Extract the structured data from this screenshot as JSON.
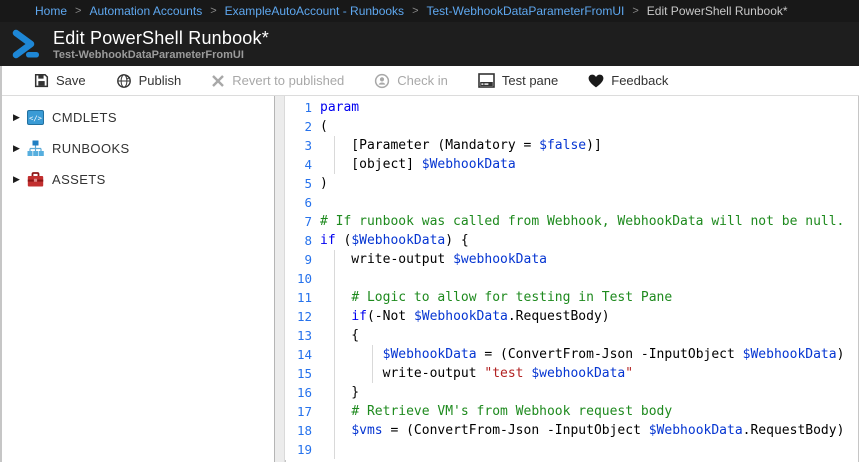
{
  "breadcrumb": {
    "separator": ">",
    "items": [
      {
        "label": "Home"
      },
      {
        "label": "Automation Accounts"
      },
      {
        "label": "ExampleAutoAccount - Runbooks"
      },
      {
        "label": "Test-WebhookDataParameterFromUI"
      },
      {
        "label": "Edit PowerShell Runbook*"
      }
    ]
  },
  "header": {
    "title": "Edit PowerShell Runbook*",
    "subtitle": "Test-WebhookDataParameterFromUI",
    "icon": "powershell-icon"
  },
  "toolbar": {
    "save": "Save",
    "publish": "Publish",
    "revert": "Revert to published",
    "checkin": "Check in",
    "testpane": "Test pane",
    "feedback": "Feedback"
  },
  "sidebar": {
    "items": [
      {
        "label": "CMDLETS",
        "icon": "cmdlets-icon"
      },
      {
        "label": "RUNBOOKS",
        "icon": "runbooks-icon"
      },
      {
        "label": "ASSETS",
        "icon": "assets-icon"
      }
    ]
  },
  "editor": {
    "language": "PowerShell",
    "lines": [
      {
        "num": 1,
        "tokens": [
          [
            "k",
            "param"
          ]
        ]
      },
      {
        "num": 2,
        "tokens": [
          [
            "p",
            "("
          ]
        ]
      },
      {
        "num": 3,
        "tokens": [
          [
            "p",
            "    [Parameter (Mandatory = "
          ],
          [
            "v",
            "$false"
          ],
          [
            "p",
            ")]"
          ]
        ]
      },
      {
        "num": 4,
        "tokens": [
          [
            "p",
            "    [object] "
          ],
          [
            "v",
            "$WebhookData"
          ]
        ]
      },
      {
        "num": 5,
        "tokens": [
          [
            "p",
            ")"
          ]
        ]
      },
      {
        "num": 6,
        "tokens": []
      },
      {
        "num": 7,
        "tokens": [
          [
            "c",
            "# If runbook was called from Webhook, WebhookData will not be null."
          ]
        ]
      },
      {
        "num": 8,
        "tokens": [
          [
            "k",
            "if"
          ],
          [
            "p",
            " ("
          ],
          [
            "v",
            "$WebhookData"
          ],
          [
            "p",
            ") {"
          ]
        ]
      },
      {
        "num": 9,
        "tokens": [
          [
            "p",
            "    write-output "
          ],
          [
            "v",
            "$webhookData"
          ]
        ]
      },
      {
        "num": 10,
        "tokens": []
      },
      {
        "num": 11,
        "tokens": [
          [
            "p",
            "    "
          ],
          [
            "c",
            "# Logic to allow for testing in Test Pane"
          ]
        ]
      },
      {
        "num": 12,
        "tokens": [
          [
            "p",
            "    "
          ],
          [
            "k",
            "if"
          ],
          [
            "p",
            "(-Not "
          ],
          [
            "v",
            "$WebhookData"
          ],
          [
            "p",
            ".RequestBody)"
          ]
        ]
      },
      {
        "num": 13,
        "tokens": [
          [
            "p",
            "    {"
          ]
        ]
      },
      {
        "num": 14,
        "tokens": [
          [
            "p",
            "        "
          ],
          [
            "v",
            "$WebhookData"
          ],
          [
            "p",
            " = (ConvertFrom-Json -InputObject "
          ],
          [
            "v",
            "$WebhookData"
          ],
          [
            "p",
            ")"
          ]
        ]
      },
      {
        "num": 15,
        "tokens": [
          [
            "p",
            "        write-output "
          ],
          [
            "s",
            "\"test "
          ],
          [
            "v",
            "$webhookData"
          ],
          [
            "s",
            "\""
          ]
        ]
      },
      {
        "num": 16,
        "tokens": [
          [
            "p",
            "    }"
          ]
        ]
      },
      {
        "num": 17,
        "tokens": [
          [
            "p",
            "    "
          ],
          [
            "c",
            "# Retrieve VM's from Webhook request body"
          ]
        ]
      },
      {
        "num": 18,
        "tokens": [
          [
            "p",
            "    "
          ],
          [
            "v",
            "$vms"
          ],
          [
            "p",
            " = (ConvertFrom-Json -InputObject "
          ],
          [
            "v",
            "$WebhookData"
          ],
          [
            "p",
            ".RequestBody)"
          ]
        ]
      },
      {
        "num": 19,
        "tokens": []
      }
    ]
  },
  "colors": {
    "breadcrumb_bg": "#181818",
    "header_bg": "#1e1e1e",
    "link_blue": "#5ea7ef",
    "powershell_blue": "#1e87d6",
    "keyword": "#0000f0",
    "variable": "#0535d2",
    "comment": "#1e8a1e",
    "string": "#b22222",
    "line_number": "#2672ec"
  }
}
